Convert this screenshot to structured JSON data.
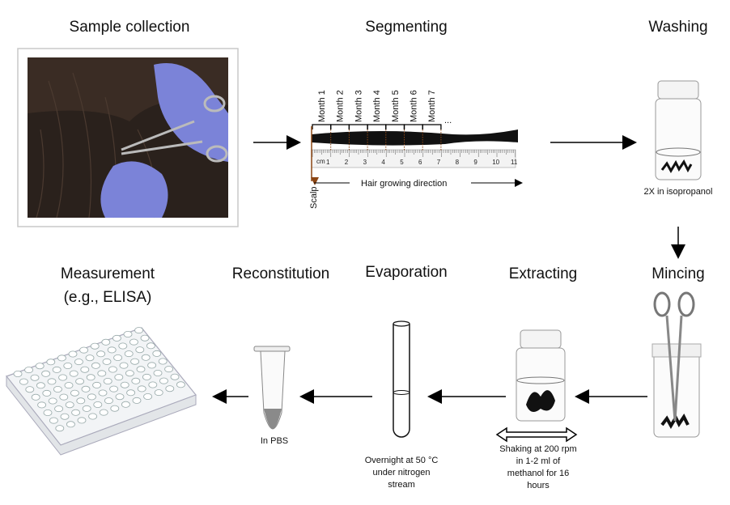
{
  "steps": {
    "sample_collection": "Sample collection",
    "segmenting": "Segmenting",
    "washing": "Washing",
    "mincing": "Mincing",
    "extracting": "Extracting",
    "evaporation": "Evaporation",
    "reconstitution": "Reconstitution",
    "measurement_line1": "Measurement",
    "measurement_line2": "(e.g., ELISA)"
  },
  "segmenting": {
    "months": [
      "Month 1",
      "Month 2",
      "Month 3",
      "Month 4",
      "Month 5",
      "Month 6",
      "Month 7"
    ],
    "ellipsis": "...",
    "ruler_ticks": [
      "1",
      "2",
      "3",
      "4",
      "5",
      "6",
      "7",
      "8",
      "9",
      "10",
      "11"
    ],
    "ruler_unit": "cm",
    "scalp_label": "Scalp",
    "direction_label": "Hair growing direction",
    "scalp_color": "#8b4513"
  },
  "captions": {
    "washing": "2X in isopropanol",
    "extracting": [
      "Shaking at 200 rpm",
      "in 1-2 ml of",
      "methanol for 16",
      "hours"
    ],
    "evaporation": [
      "Overnight at 50 °C",
      "under nitrogen",
      "stream"
    ],
    "reconstitution": "In PBS"
  },
  "colors": {
    "glove": "#7b83d8",
    "hair": "#1a1410"
  }
}
